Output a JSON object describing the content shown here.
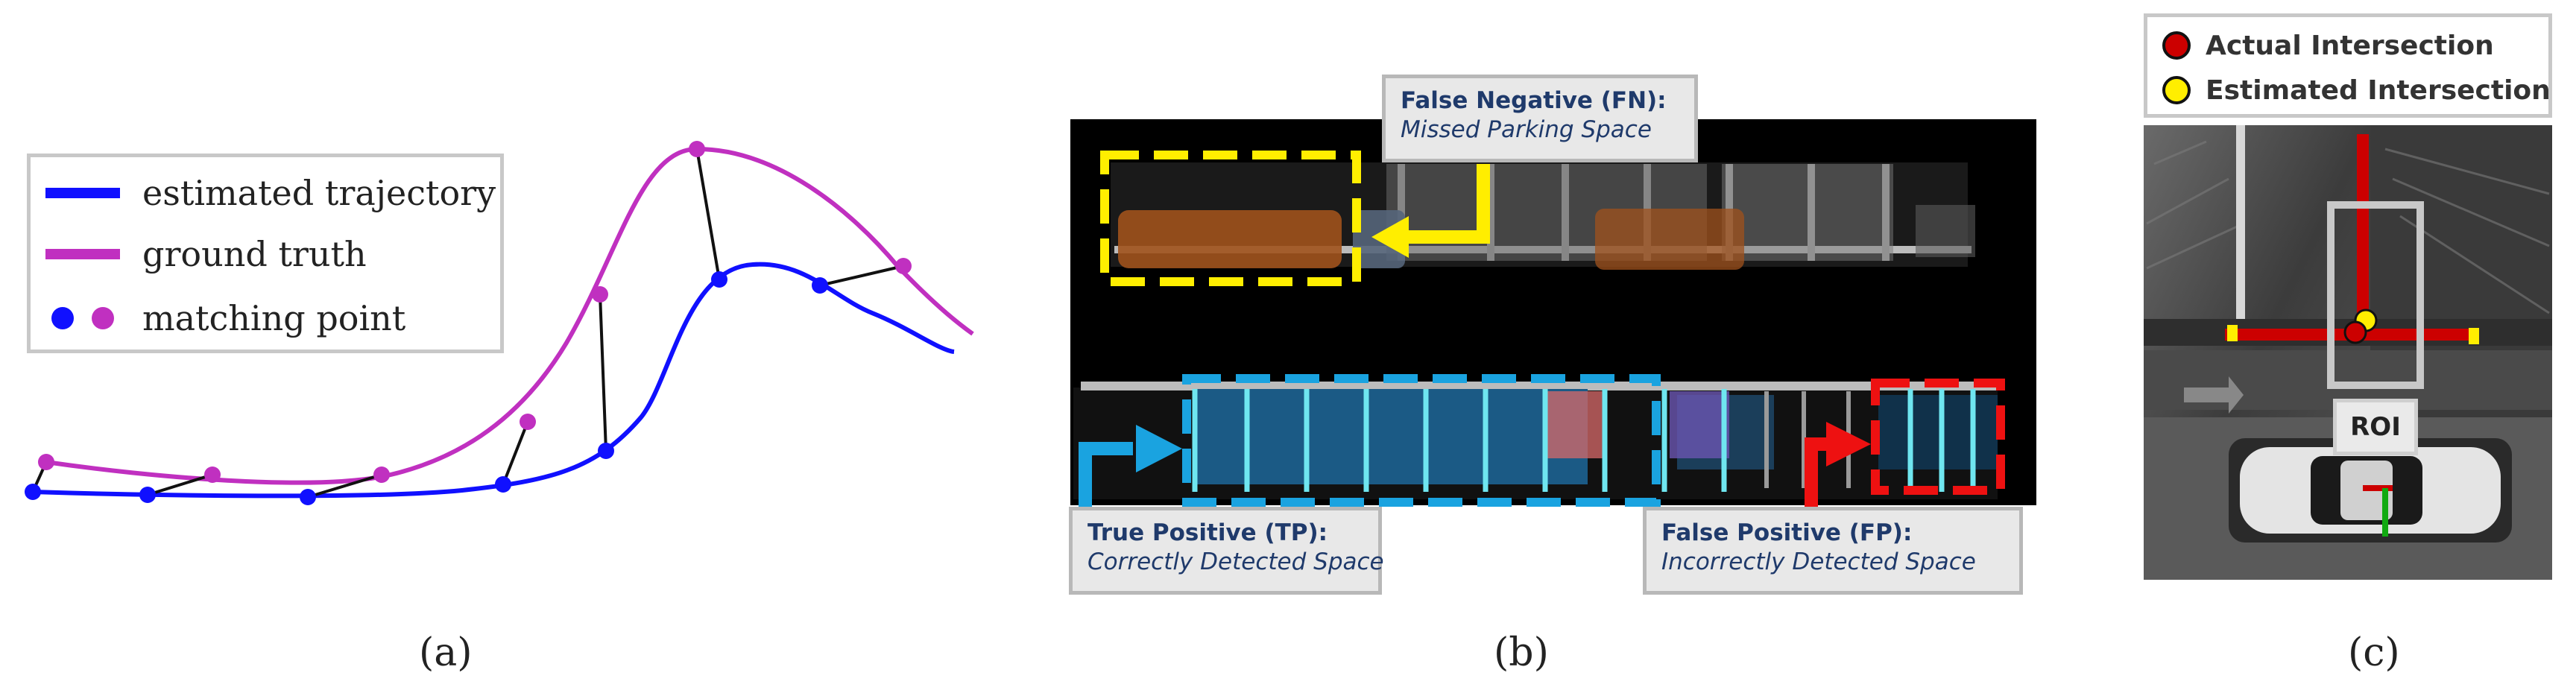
{
  "panel_a": {
    "legend": {
      "estimated": "estimated trajectory",
      "ground_truth": "ground truth",
      "matching": "matching point"
    },
    "colors": {
      "estimated": "#1010ff",
      "ground_truth": "#c030c0",
      "link": "#111111"
    },
    "caption": "(a)"
  },
  "panel_b": {
    "fn": {
      "title": "False Negative (FN):",
      "subtitle": "Missed Parking Space",
      "color": "#ffee00"
    },
    "tp": {
      "title": "True Positive (TP):",
      "subtitle": "Correctly Detected Space",
      "color": "#1aa3e0"
    },
    "fp": {
      "title": "False Positive (FP):",
      "subtitle": "Incorrectly Detected Space",
      "color": "#ee1111"
    },
    "caption": "(b)"
  },
  "panel_c": {
    "legend": {
      "actual": "Actual Intersection",
      "estimated": "Estimated Intersection"
    },
    "colors": {
      "actual": "#cc0000",
      "estimated": "#ffee00"
    },
    "roi_label": "ROI",
    "caption": "(c)"
  }
}
